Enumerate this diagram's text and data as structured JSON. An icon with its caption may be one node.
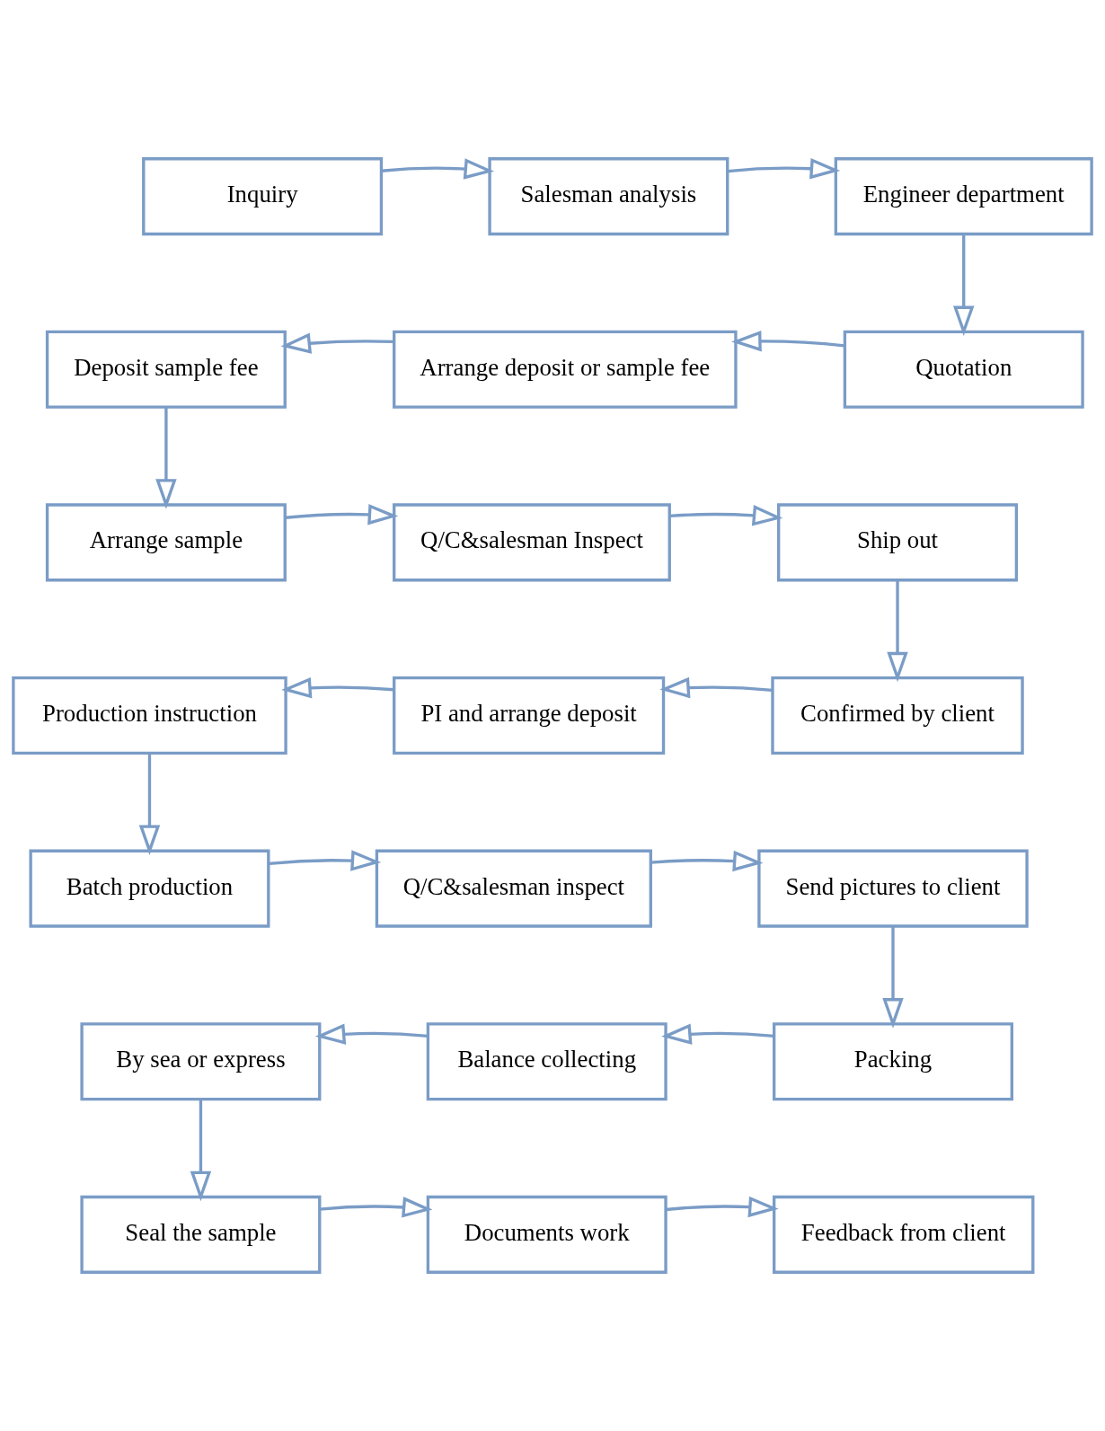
{
  "diagram": {
    "nodes": [
      {
        "text": [
          "Inquiry"
        ]
      },
      {
        "text": [
          "Salesman analysis"
        ]
      },
      {
        "text": [
          "Engineer department"
        ]
      },
      {
        "text": [
          "Quotation"
        ]
      },
      {
        "text": [
          "Arrange deposit or sample fee"
        ]
      },
      {
        "text": [
          "Deposit sample fee"
        ]
      },
      {
        "text": [
          "Arrange sample"
        ]
      },
      {
        "text": [
          "Q/C&salesman Inspect"
        ]
      },
      {
        "text": [
          "Ship out"
        ]
      },
      {
        "text": [
          "Confirmed by client"
        ]
      },
      {
        "text": [
          "PI and arrange deposit"
        ]
      },
      {
        "text": [
          "Production instruction"
        ]
      },
      {
        "text": [
          "Batch production"
        ]
      },
      {
        "text": [
          "Q/C&salesman inspect"
        ]
      },
      {
        "text": [
          "Send pictures to client"
        ]
      },
      {
        "text": [
          "Packing"
        ]
      },
      {
        "text": [
          "Balance collecting"
        ]
      },
      {
        "text": [
          "By sea or express"
        ]
      },
      {
        "text": [
          "Seal the sample"
        ]
      },
      {
        "text": [
          "Documents work"
        ]
      },
      {
        "text": [
          "Feedback from client"
        ]
      }
    ],
    "edges": [
      {
        "from": 0,
        "to": 1,
        "arrow": "to"
      },
      {
        "from": 1,
        "to": 2,
        "arrow": "to"
      },
      {
        "from": 2,
        "to": 3,
        "arrow": "to"
      },
      {
        "from": 3,
        "to": 4,
        "arrow": "to"
      },
      {
        "from": 4,
        "to": 5,
        "arrow": "to"
      },
      {
        "from": 5,
        "to": 6,
        "arrow": "to"
      },
      {
        "from": 6,
        "to": 7,
        "arrow": "to"
      },
      {
        "from": 7,
        "to": 8,
        "arrow": "to"
      },
      {
        "from": 8,
        "to": 9,
        "arrow": "to"
      },
      {
        "from": 9,
        "to": 10,
        "arrow": "to"
      },
      {
        "from": 10,
        "to": 11,
        "arrow": "to"
      },
      {
        "from": 11,
        "to": 12,
        "arrow": "to"
      },
      {
        "from": 12,
        "to": 13,
        "arrow": "to"
      },
      {
        "from": 13,
        "to": 14,
        "arrow": "to"
      },
      {
        "from": 14,
        "to": 15,
        "arrow": "to"
      },
      {
        "from": 15,
        "to": 16,
        "arrow": "to"
      },
      {
        "from": 16,
        "to": 17,
        "arrow": "to"
      },
      {
        "from": 17,
        "to": 18,
        "arrow": "to"
      },
      {
        "from": 18,
        "to": 19,
        "arrow": "to"
      },
      {
        "from": 19,
        "to": 20,
        "arrow": "to"
      }
    ]
  }
}
